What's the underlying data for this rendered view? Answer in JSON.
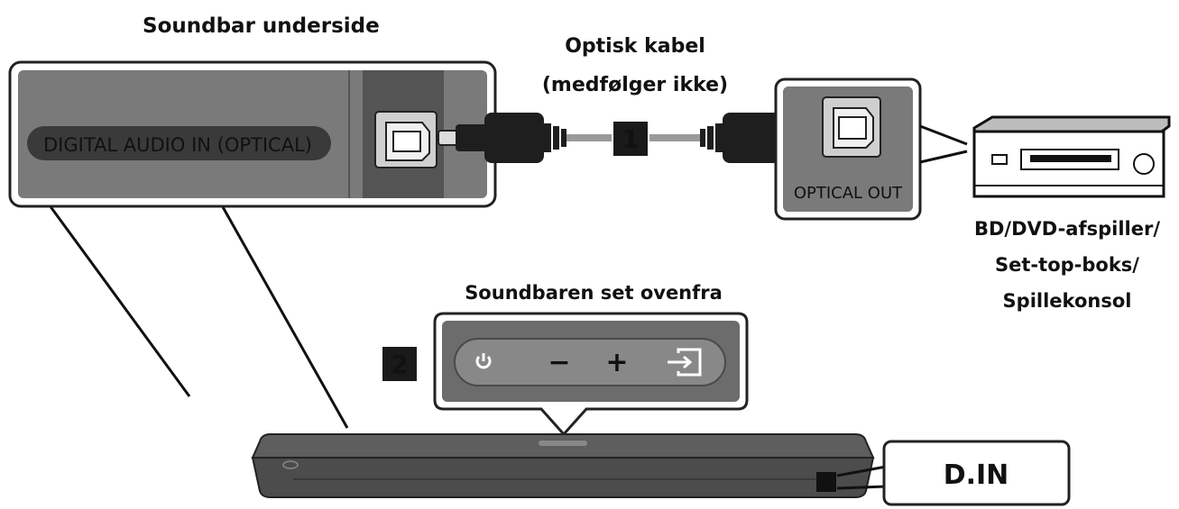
{
  "labels": {
    "soundbar_underside": "Soundbar underside",
    "optical_cable_line1": "Optisk kabel",
    "optical_cable_line2": "(medfølger ikke)",
    "digital_audio_in": "DIGITAL AUDIO IN (OPTICAL)",
    "optical_out": "OPTICAL OUT",
    "device_line1": "BD/DVD-afspiller/",
    "device_line2": "Set-top-boks/",
    "device_line3": "Spillekonsol",
    "soundbar_top": "Soundbaren set ovenfra",
    "display_text": "D.IN"
  },
  "steps": {
    "step1": "1",
    "step2": "2"
  },
  "icons": {
    "top_panel": [
      "power-icon",
      "volume-down-icon",
      "volume-up-icon",
      "source-icon"
    ],
    "buttons": {
      "minus": "−",
      "plus": "+"
    }
  },
  "colors": {
    "panel_gray": "#7a7a7a",
    "port_panel_dark": "#545454",
    "label_pill": "#3a3a3a",
    "button_strip": "#6c6c6c",
    "soundbar_body": "#5e5e5e",
    "step_badge": "#1a1a1a"
  }
}
